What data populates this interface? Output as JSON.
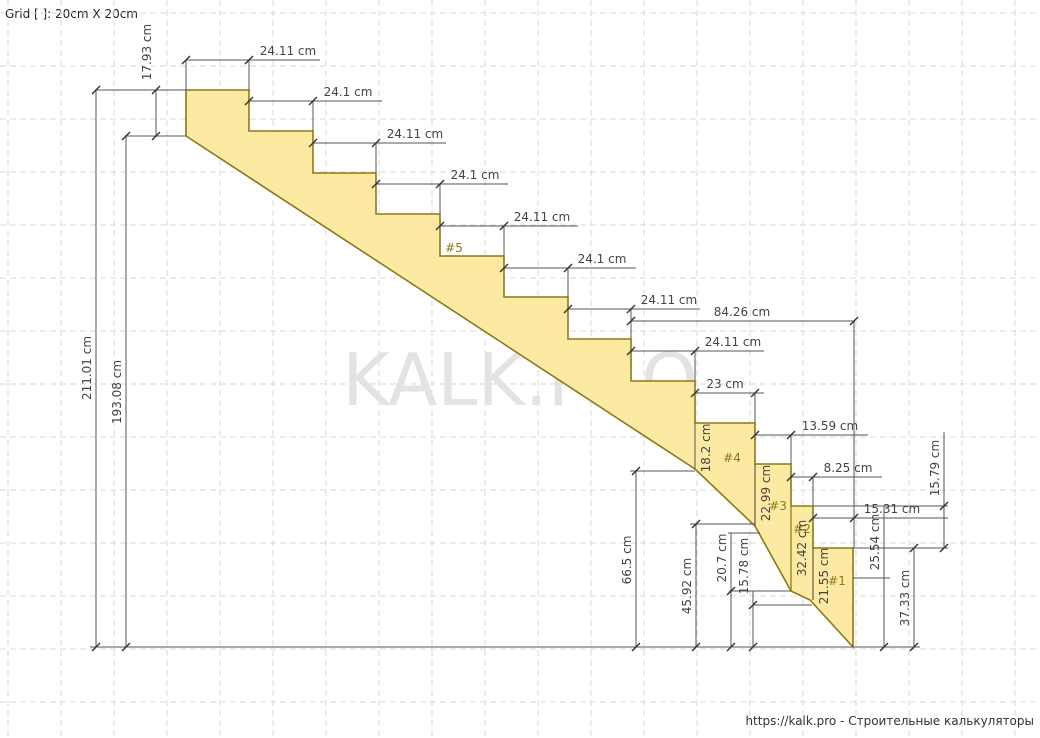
{
  "grid_label": "Grid [ ]: 20cm X 20cm",
  "watermark": "KALK.PRO",
  "footer": "https://kalk.pro - Строительные калькуляторы",
  "colors": {
    "fill": "#fdeaa2",
    "outline": "#8a7a16",
    "dimension": "#555555",
    "grid": "#d8d8d8"
  },
  "dimensions": {
    "top_riser": "17.93 cm",
    "treads": [
      "24.11 cm",
      "24.1 cm",
      "24.11 cm",
      "24.1 cm",
      "24.11 cm",
      "24.1 cm",
      "24.11 cm",
      "24.11 cm",
      "23 cm"
    ],
    "total_run": "84.26 cm",
    "winders": [
      "13.59 cm",
      "8.25 cm",
      "15.31 cm"
    ],
    "heights": {
      "total_height": "211.01 cm",
      "stringer_height": "193.08 cm",
      "h_66_5": "66.5 cm",
      "h_45_92": "45.92 cm",
      "h_20_7": "20.7 cm",
      "h_15_78": "15.78 cm",
      "h_18_2": "18.2 cm",
      "h_22_99": "22.99 cm",
      "h_32_42": "32.42 cm",
      "h_21_55": "21.55 cm",
      "h_25_54": "25.54 cm",
      "h_37_33": "37.33 cm",
      "h_15_79": "15.79 cm"
    }
  },
  "step_marks": [
    "#5",
    "#4",
    "#3",
    "#2",
    "#1"
  ]
}
